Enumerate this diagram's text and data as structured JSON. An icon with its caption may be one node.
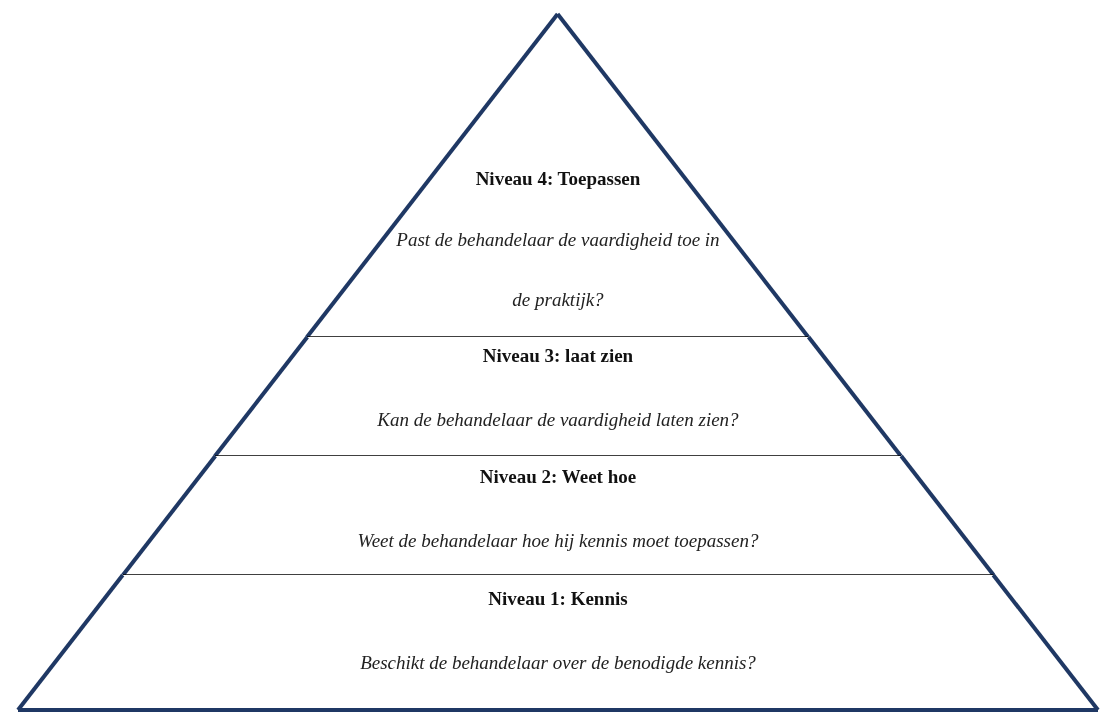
{
  "diagram": {
    "nodes": [
      {
        "text": [
          "Niveau 4: Toepassen",
          "Past de behandelaar de vaardigheid toe in de praktijk?"
        ]
      },
      {
        "text": [
          "Niveau 3: laat zien",
          "Kan de behandelaar de vaardigheid laten zien?"
        ]
      },
      {
        "text": [
          "Niveau 2: Weet hoe",
          "Weet de behandelaar hoe hij kennis moet toepassen?"
        ]
      },
      {
        "text": [
          "Niveau 1: Kennis",
          "Beschikt de behandelaar over de benodigde kennis?"
        ]
      }
    ]
  }
}
